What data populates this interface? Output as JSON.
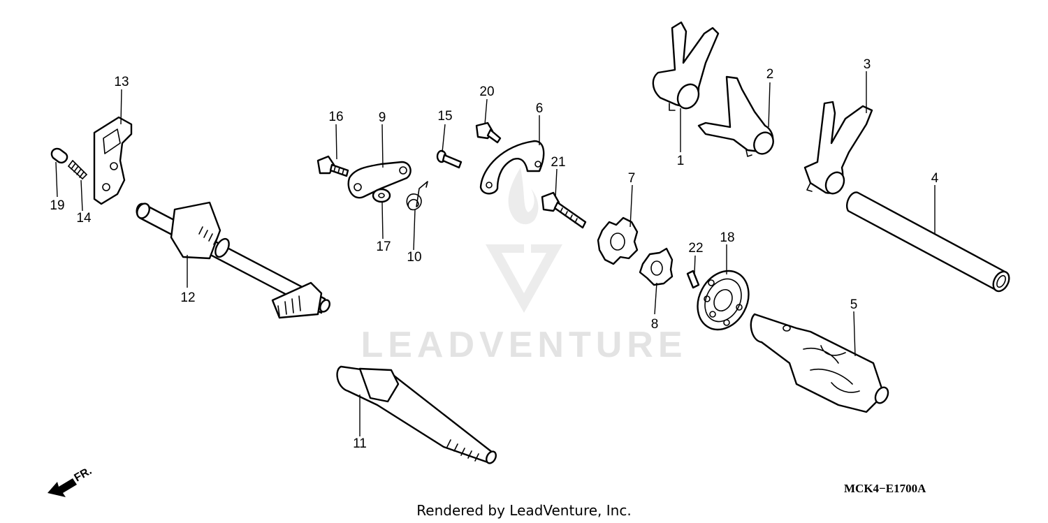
{
  "watermark": {
    "text": "LEADVENTURE"
  },
  "diagram_code": "MCK4−E1700A",
  "footer": "Rendered by LeadVenture, Inc.",
  "direction_label": "FR.",
  "callouts": [
    "1",
    "2",
    "3",
    "4",
    "5",
    "6",
    "7",
    "8",
    "9",
    "10",
    "11",
    "12",
    "13",
    "14",
    "15",
    "16",
    "17",
    "18",
    "19",
    "20",
    "21",
    "22"
  ]
}
